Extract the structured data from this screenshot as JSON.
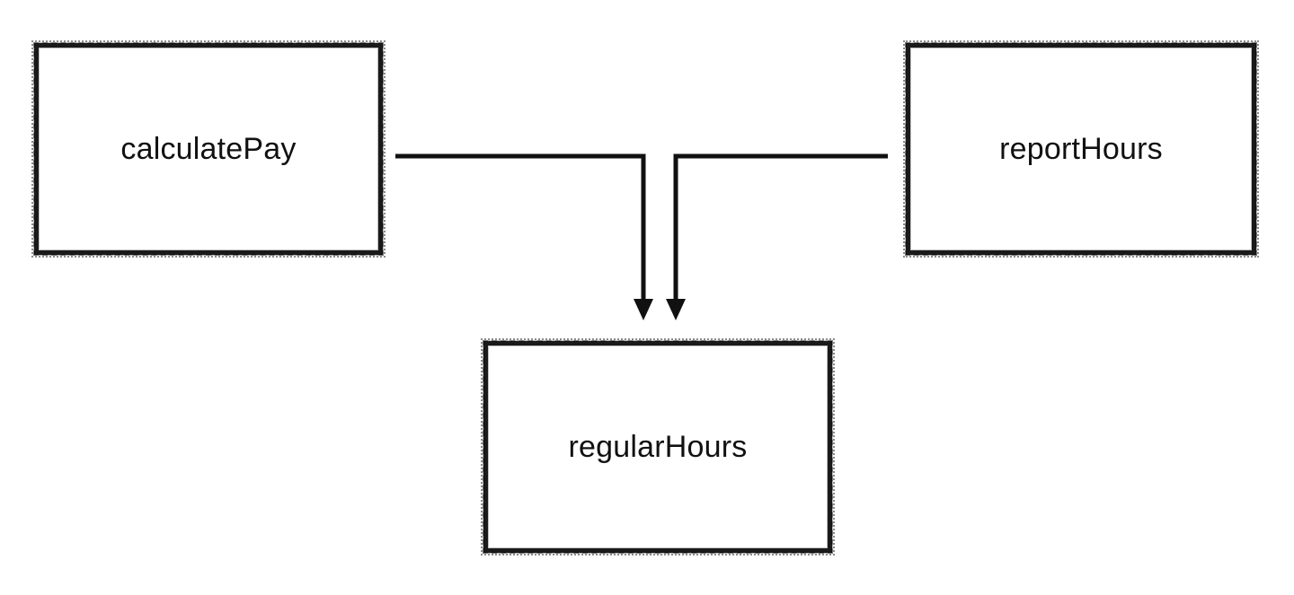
{
  "nodes": {
    "calculate_pay": {
      "label": "calculatePay"
    },
    "report_hours": {
      "label": "reportHours"
    },
    "regular_hours": {
      "label": "regularHours"
    }
  },
  "edges": [
    {
      "from": "calculatePay",
      "to": "regularHours"
    },
    {
      "from": "reportHours",
      "to": "regularHours"
    }
  ],
  "colors": {
    "stroke": "#111111",
    "background": "#ffffff"
  }
}
